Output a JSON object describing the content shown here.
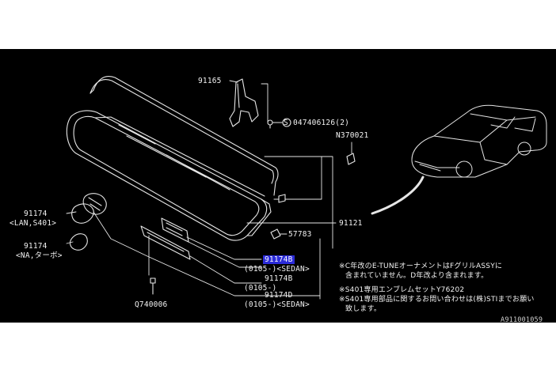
{
  "diagram": {
    "labels": {
      "p91165": "91165",
      "p047406126": "047406126(2)",
      "screw_symbol": "S",
      "pN370021": "N370021",
      "p91174_lan": "91174",
      "p91174_lan_note": "<LAN,S401>",
      "p91174_na": "91174",
      "p91174_na_note": "<NA,ターボ>",
      "p91121": "91121",
      "p57783": "57783",
      "p91174B_hl": "91174B",
      "p0105_sedan_1": "(0105-)<SEDAN>",
      "p91174B": "91174B",
      "p0105": "(0105-)",
      "p91174D": "91174D",
      "p0105_sedan_2": "(0105-)<SEDAN>",
      "p740006": "Q740006"
    },
    "notes": [
      "※C年改のE-TUNEオーナメントはFグリルASSYに",
      "含まれていません。D年改より含まれます。",
      "※S401専用エンブレムセットY76202",
      "※S401専用部品に関するお問い合わせは(株)STIまでお願い",
      "致します。"
    ],
    "figure_code": "A911001059",
    "colors": {
      "background": "#000000",
      "lines": "#e8e8e8",
      "highlight": "#2b2bd8"
    }
  }
}
